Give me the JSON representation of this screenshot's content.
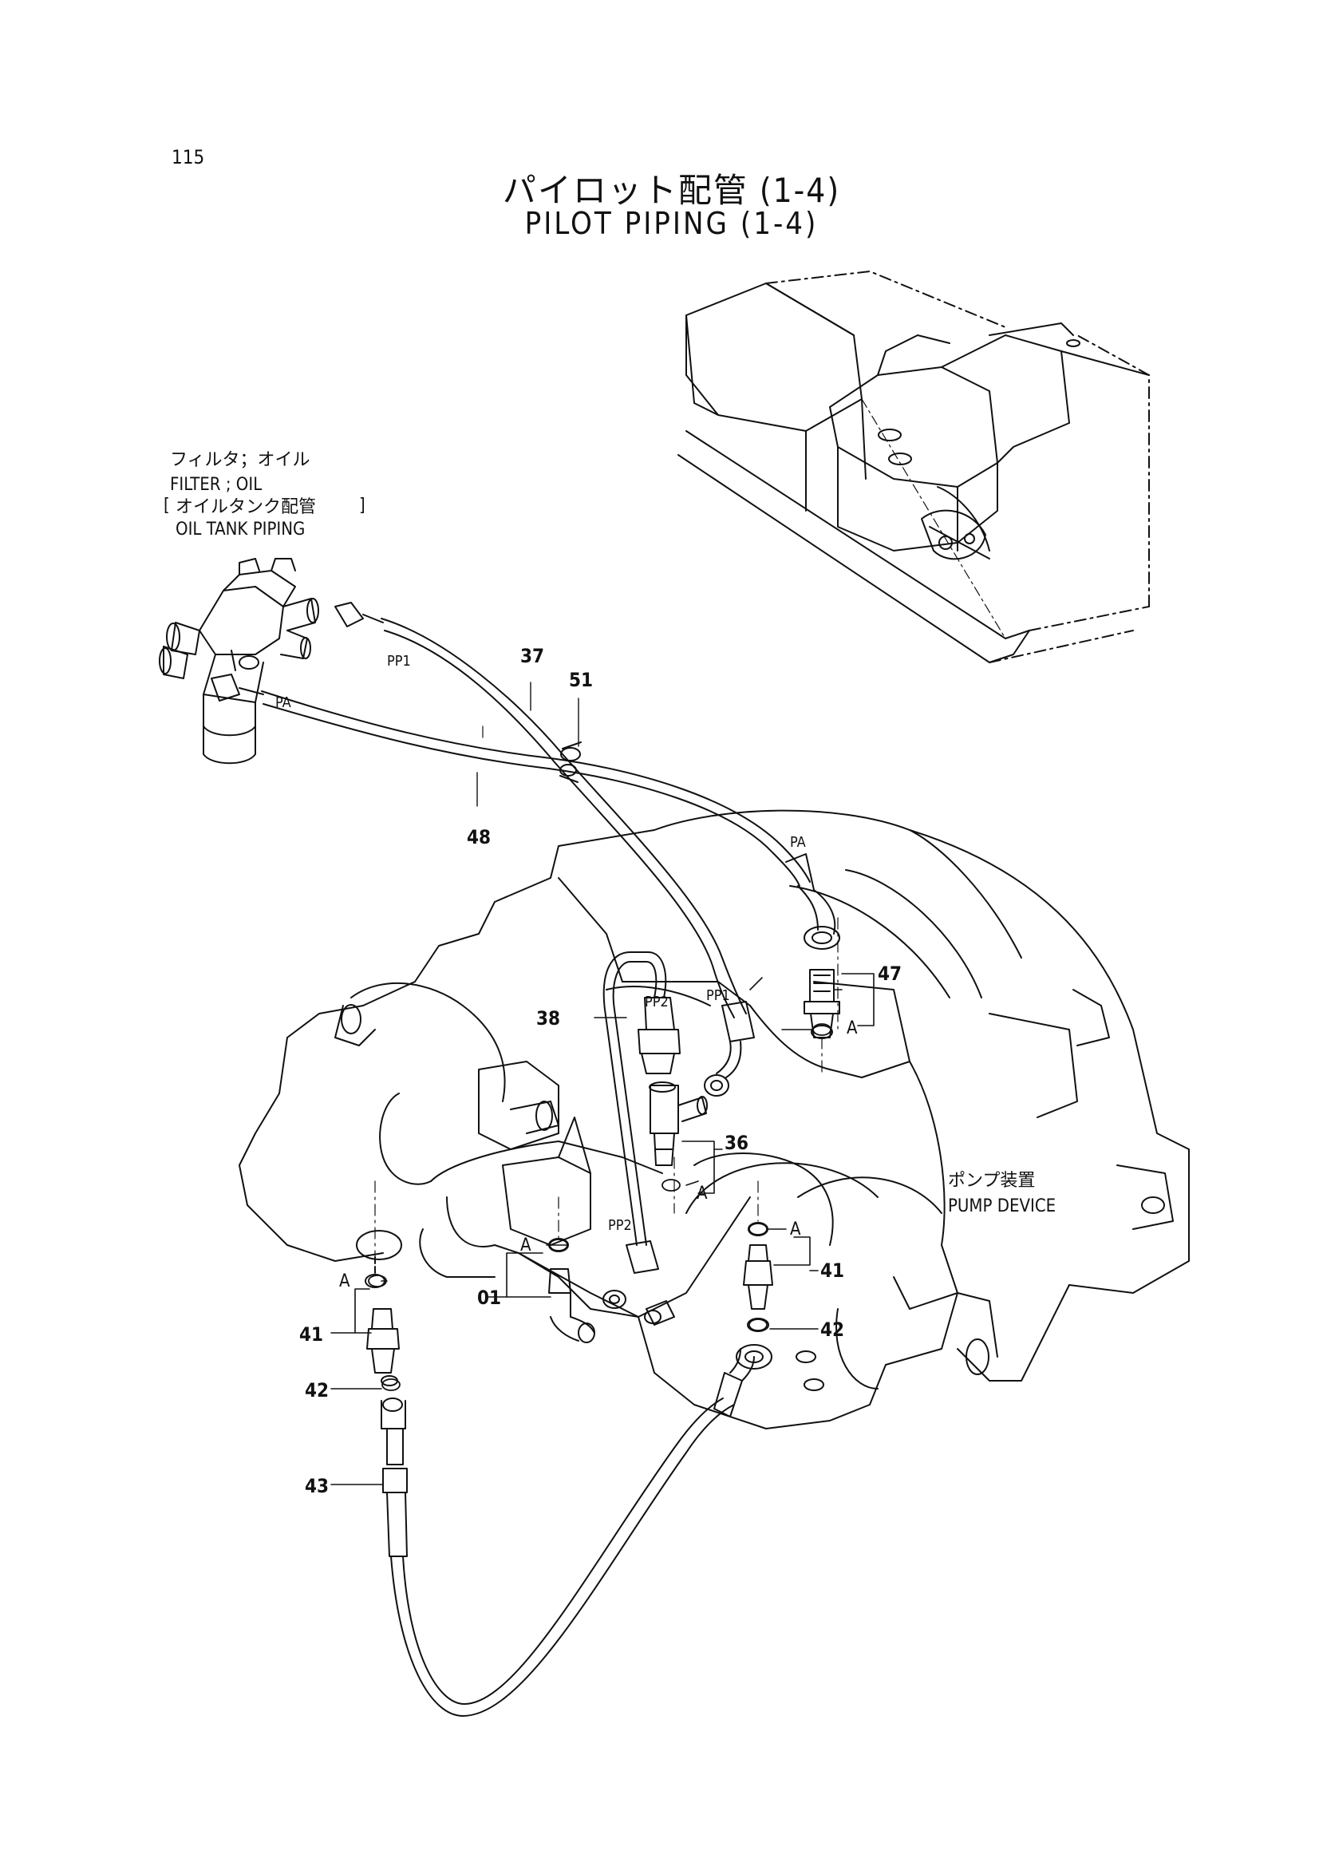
{
  "page_number": "115",
  "title": {
    "japanese": "パイロット配管 (1-4)",
    "english": "PILOT PIPING (1-4)"
  },
  "notes": {
    "filter_jp": "フィルタ；オイル",
    "filter_en": "FILTER ; OIL",
    "oil_tank_jp": "オイルタンク配管",
    "oil_tank_en": "OIL TANK PIPING",
    "pump_jp": "ポンプ装置",
    "pump_en": "PUMP DEVICE"
  },
  "port_labels": {
    "pp1_top": "PP1",
    "pa_top": "PA",
    "pa_pump": "PA",
    "pp1_pump": "PP1",
    "pp2_top": "PP2",
    "pp2_bottom": "PP2"
  },
  "part_callouts": {
    "p37": "37",
    "p51": "51",
    "p48": "48",
    "p47": "47",
    "p38": "38",
    "p36": "36",
    "p41_right": "41",
    "p42_right": "42",
    "p01": "01",
    "p41_left": "41",
    "p42_left": "42",
    "p43": "43"
  },
  "detail_marks": {
    "a1": "A",
    "a2": "A",
    "a3": "A",
    "a4": "A",
    "a5": "A"
  }
}
